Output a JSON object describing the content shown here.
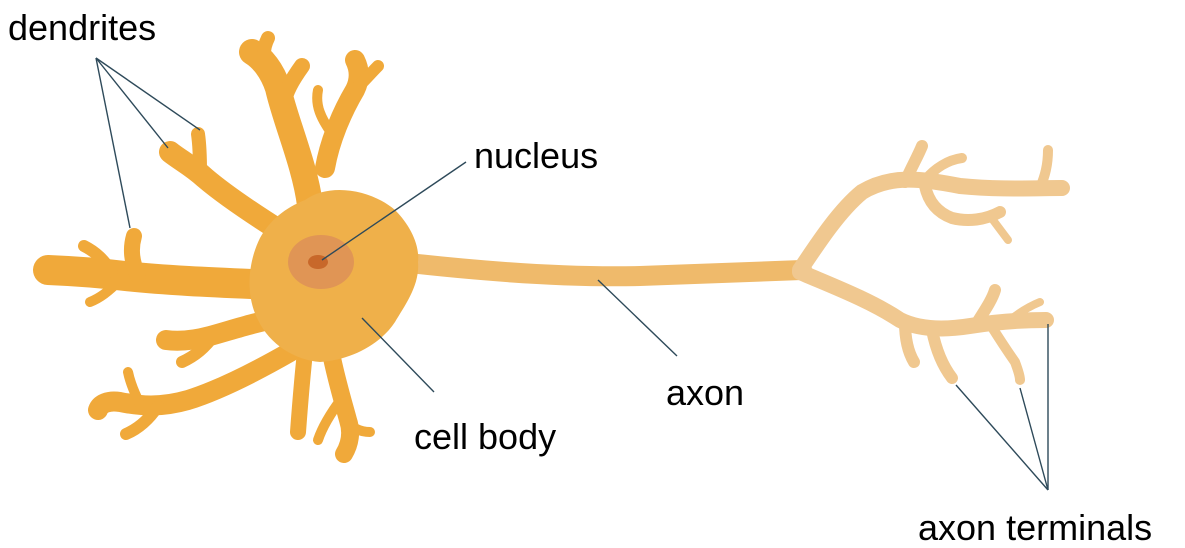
{
  "labels": {
    "dendrites": "dendrites",
    "nucleus": "nucleus",
    "cell_body": "cell body",
    "axon": "axon",
    "axon_terminals": "axon terminals"
  },
  "colors": {
    "soma": "#efb04a",
    "dendrite": "#f0a93a",
    "axon": "#efba6b",
    "terminals": "#f0c890",
    "nucleus": "#e09555",
    "nucleolus": "#c8682a",
    "leader_line": "#2e4a5a",
    "text": "#000000",
    "background": "#ffffff"
  }
}
